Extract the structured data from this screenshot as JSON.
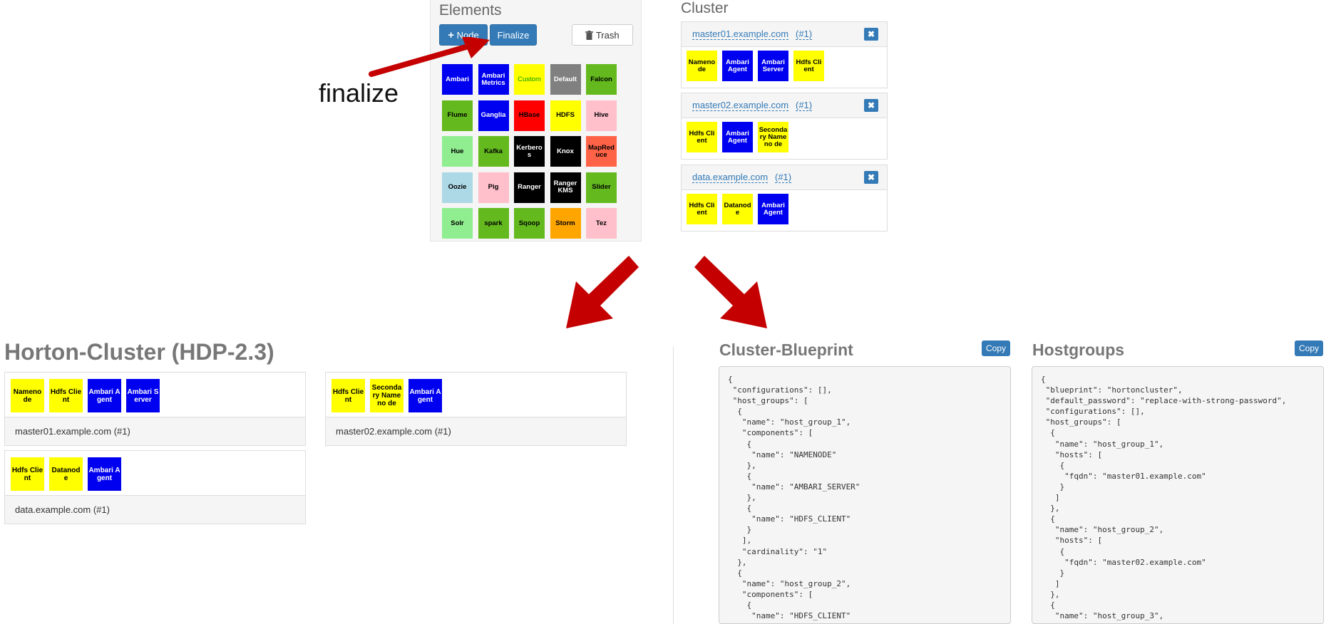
{
  "elements": {
    "title": "Elements",
    "node_button": "Node",
    "finalize_button": "Finalize",
    "trash_button": "Trash",
    "tiles": [
      {
        "label": "Ambari",
        "color": "blue"
      },
      {
        "label": "Ambari Metrics",
        "color": "blue"
      },
      {
        "label": "Custom",
        "color": "custom"
      },
      {
        "label": "Default",
        "color": "gray"
      },
      {
        "label": "Falcon",
        "color": "green"
      },
      {
        "label": "Flume",
        "color": "green"
      },
      {
        "label": "Ganglia",
        "color": "blue"
      },
      {
        "label": "HBase",
        "color": "red"
      },
      {
        "label": "HDFS",
        "color": "yellow"
      },
      {
        "label": "Hive",
        "color": "pink"
      },
      {
        "label": "Hue",
        "color": "lightgreen"
      },
      {
        "label": "Kafka",
        "color": "green"
      },
      {
        "label": "Kerberos",
        "color": "black"
      },
      {
        "label": "Knox",
        "color": "black"
      },
      {
        "label": "MapReduce",
        "color": "tomato"
      },
      {
        "label": "Oozie",
        "color": "lightblue"
      },
      {
        "label": "Pig",
        "color": "pink"
      },
      {
        "label": "Ranger",
        "color": "black"
      },
      {
        "label": "Ranger KMS",
        "color": "black"
      },
      {
        "label": "Slider",
        "color": "green"
      },
      {
        "label": "Solr",
        "color": "lightgreen"
      },
      {
        "label": "spark",
        "color": "green"
      },
      {
        "label": "Sqoop",
        "color": "green"
      },
      {
        "label": "Storm",
        "color": "orange"
      },
      {
        "label": "Tez",
        "color": "pink"
      }
    ]
  },
  "annotation": "finalize",
  "cluster": {
    "title": "Cluster",
    "hosts": [
      {
        "host": "master01.example.com",
        "count": "(#1)",
        "components": [
          {
            "label": "Nameno de",
            "color": "yellow"
          },
          {
            "label": "Ambari Agent",
            "color": "blue"
          },
          {
            "label": "Ambari Server",
            "color": "blue"
          },
          {
            "label": "Hdfs Client",
            "color": "yellow"
          }
        ]
      },
      {
        "host": "master02.example.com",
        "count": "(#1)",
        "components": [
          {
            "label": "Hdfs Client",
            "color": "yellow"
          },
          {
            "label": "Ambari Agent",
            "color": "blue"
          },
          {
            "label": "Seconda ry Nameno de",
            "color": "yellow"
          }
        ]
      },
      {
        "host": "data.example.com",
        "count": "(#1)",
        "components": [
          {
            "label": "Hdfs Client",
            "color": "yellow"
          },
          {
            "label": "Datanod e",
            "color": "yellow"
          },
          {
            "label": "Ambari Agent",
            "color": "blue"
          }
        ]
      }
    ]
  },
  "horton": {
    "title": "Horton-Cluster (HDP-2.3)",
    "groups": [
      {
        "host": "master01.example.com (#1)",
        "components": [
          {
            "label": "Nameno de",
            "color": "yellow"
          },
          {
            "label": "Hdfs Client",
            "color": "yellow"
          },
          {
            "label": "Ambari Agent",
            "color": "blue"
          },
          {
            "label": "Ambari Server",
            "color": "blue"
          }
        ]
      },
      {
        "host": "master02.example.com (#1)",
        "components": [
          {
            "label": "Hdfs Client",
            "color": "yellow"
          },
          {
            "label": "Seconda ry Nameno de",
            "color": "yellow"
          },
          {
            "label": "Ambari Agent",
            "color": "blue"
          }
        ]
      },
      {
        "host": "data.example.com (#1)",
        "components": [
          {
            "label": "Hdfs Client",
            "color": "yellow"
          },
          {
            "label": "Datanod e",
            "color": "yellow"
          },
          {
            "label": "Ambari Agent",
            "color": "blue"
          }
        ]
      }
    ]
  },
  "blueprint": {
    "title": "Cluster-Blueprint",
    "copy": "Copy",
    "lines": [
      "{",
      " \"configurations\": [],",
      " \"host_groups\": [",
      "  {",
      "   \"name\": \"host_group_1\",",
      "   \"components\": [",
      "    {",
      "     \"name\": \"NAMENODE\"",
      "    },",
      "    {",
      "     \"name\": \"AMBARI_SERVER\"",
      "    },",
      "    {",
      "     \"name\": \"HDFS_CLIENT\"",
      "    }",
      "   ],",
      "   \"cardinality\": \"1\"",
      "  },",
      "  {",
      "   \"name\": \"host_group_2\",",
      "   \"components\": [",
      "    {",
      "     \"name\": \"HDFS_CLIENT\""
    ]
  },
  "hostgroups": {
    "title": "Hostgroups",
    "copy": "Copy",
    "lines": [
      "{",
      " \"blueprint\": \"hortoncluster\",",
      " \"default_password\": \"replace-with-strong-password\",",
      " \"configurations\": [],",
      " \"host_groups\": [",
      "  {",
      "   \"name\": \"host_group_1\",",
      "   \"hosts\": [",
      "    {",
      "     \"fqdn\": \"master01.example.com\"",
      "    }",
      "   ]",
      "  },",
      "  {",
      "   \"name\": \"host_group_2\",",
      "   \"hosts\": [",
      "    {",
      "     \"fqdn\": \"master02.example.com\"",
      "    }",
      "   ]",
      "  },",
      "  {",
      "   \"name\": \"host_group_3\","
    ]
  }
}
